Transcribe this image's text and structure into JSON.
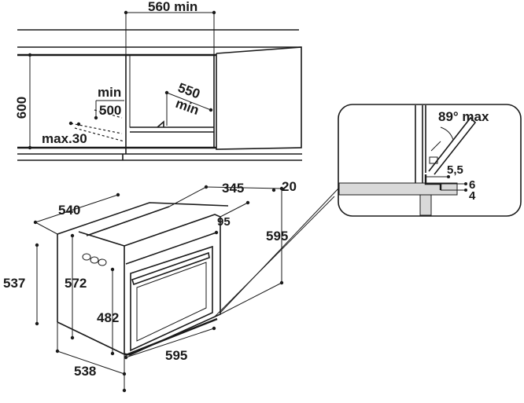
{
  "diagram": {
    "cabinet": {
      "width_label": "560 min",
      "height_label": "600",
      "depth_label_value": "550",
      "depth_label_min": "min",
      "min_label": "min",
      "opening_label": "500",
      "gap_label": "max.30"
    },
    "oven": {
      "depth_label": "540",
      "body_height_label": "537",
      "front_height_label": "572",
      "bottom_depth_label": "538",
      "top_offset_label": "345",
      "side_label": "20",
      "panel_label": "95",
      "height_label": "595",
      "door_height_label": "482",
      "width_label": "595"
    },
    "detail": {
      "angle_label": "89° max",
      "dim_a": "5,5",
      "dim_b": "6",
      "dim_c": "4"
    },
    "colors": {
      "line": "#1a1a1a",
      "detail_fill": "#d9d9d9",
      "background": "#ffffff"
    }
  }
}
